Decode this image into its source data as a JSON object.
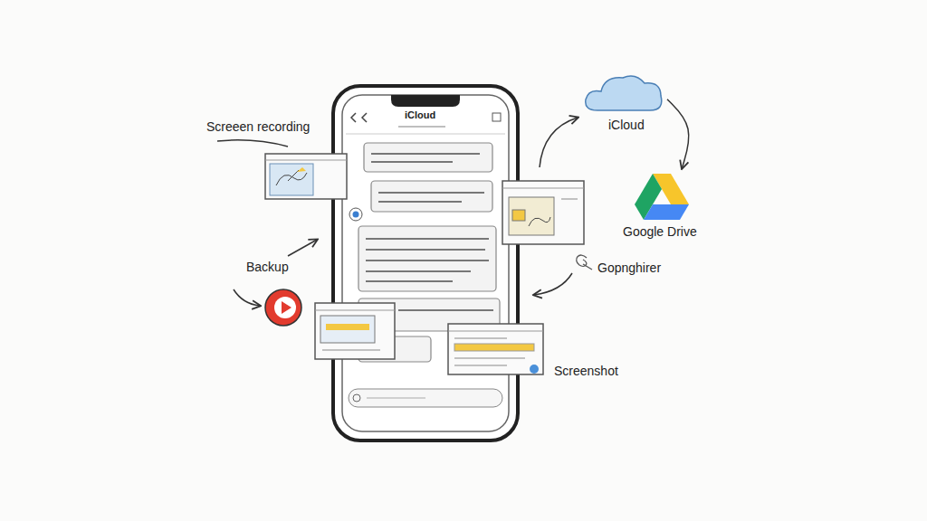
{
  "diagram": {
    "nodes": [
      {
        "text": [
          "iCloud"
        ]
      },
      {
        "text": [
          "Google Drive"
        ]
      }
    ],
    "edges": [
      {
        "from": 0,
        "to": 1,
        "arrow": "to"
      }
    ],
    "labels": [
      "Screeen recording",
      "iCloud",
      "Backup",
      "Gopnghirer",
      "Screenshot"
    ]
  }
}
